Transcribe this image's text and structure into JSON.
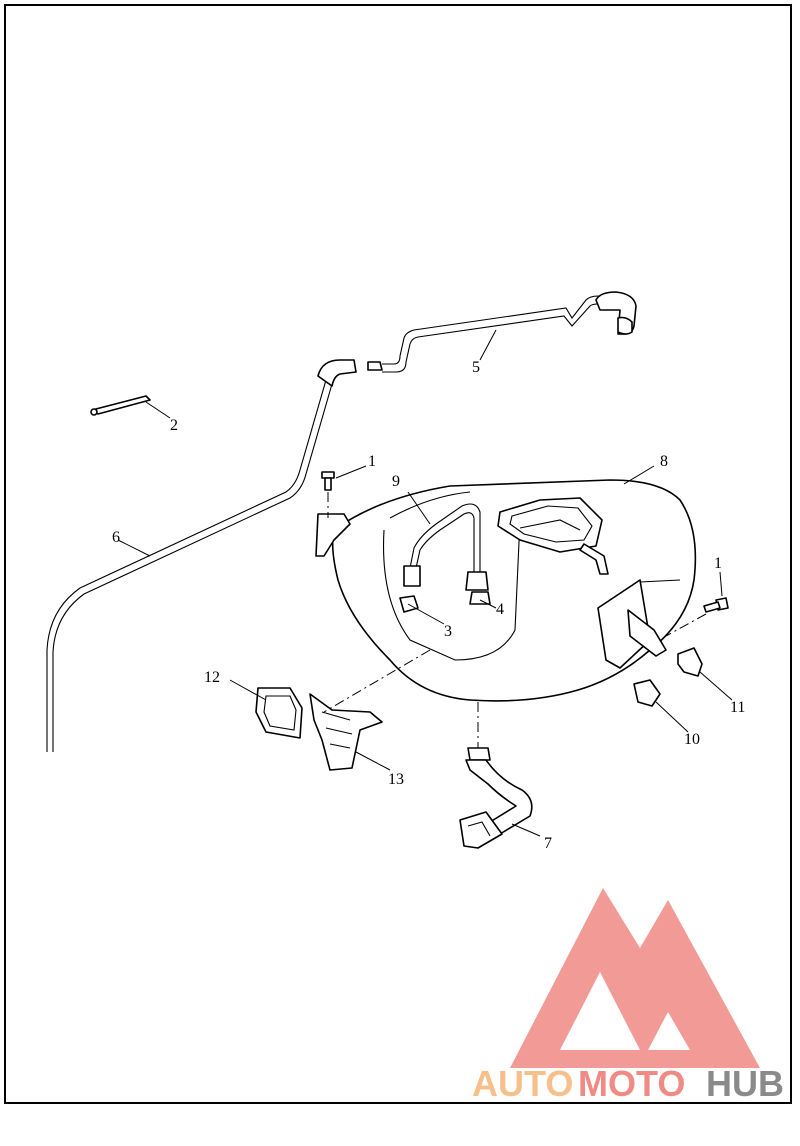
{
  "callouts": [
    "1",
    "2",
    "3",
    "4",
    "5",
    "6",
    "7",
    "8",
    "9",
    "10",
    "11",
    "12",
    "13"
  ],
  "watermark": {
    "word_part1": "AUTO",
    "word_part2": "MOTO",
    "word_part3": "HUB",
    "colors": {
      "logo": "#f08a84",
      "auto": "#f7c08a",
      "moto": "#f08a84",
      "hub": "#8a8a8a"
    }
  }
}
